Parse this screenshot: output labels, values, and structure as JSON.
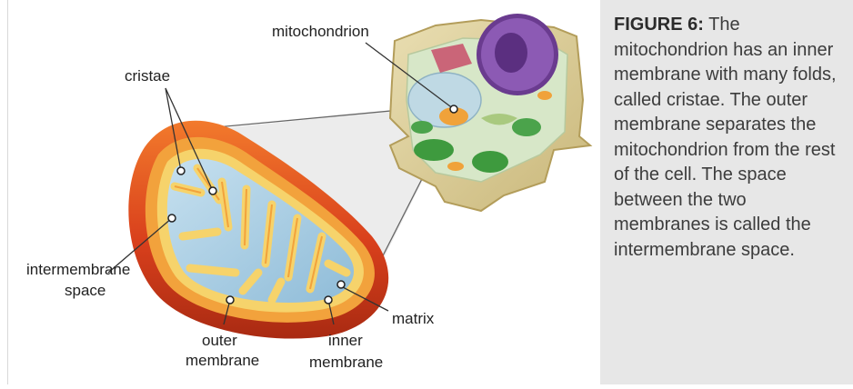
{
  "figure": {
    "labels": {
      "mitochondrion": "mitochondrion",
      "cristae": "cristae",
      "intermembrane_space_line1": "intermembrane",
      "intermembrane_space_line2": "space",
      "outer_membrane_line1": "outer",
      "outer_membrane_line2": "membrane",
      "inner_membrane_line1": "inner",
      "inner_membrane_line2": "membrane",
      "matrix": "matrix"
    }
  },
  "caption": {
    "heading": "FIGURE 6:",
    "body": " The mitochondrion has an inner membrane with many folds, called cristae. The outer membrane separates the mitochondrion from the rest of the cell. The space between the two membranes is called the intermembrane space."
  },
  "colors": {
    "outer_membrane": "#cf3b1c",
    "intermembrane": "#f3a63a",
    "inner_membrane": "#f6d36b",
    "matrix": "#9ec7e0",
    "caption_bg": "#e7e7e7"
  }
}
